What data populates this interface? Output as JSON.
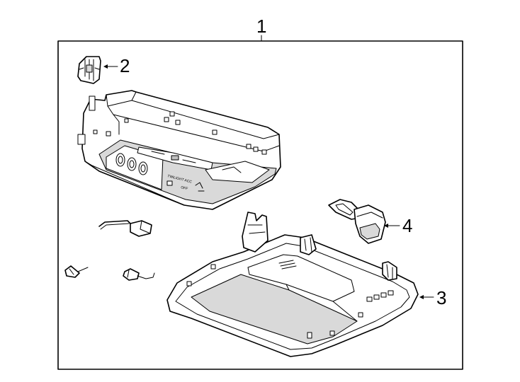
{
  "callouts": {
    "assembly": "1",
    "clip": "2",
    "lower_housing": "3",
    "switch_knob": "4"
  },
  "console_panel": {
    "header_text": "TWILIGHT ACC",
    "off_text": "OFF"
  }
}
